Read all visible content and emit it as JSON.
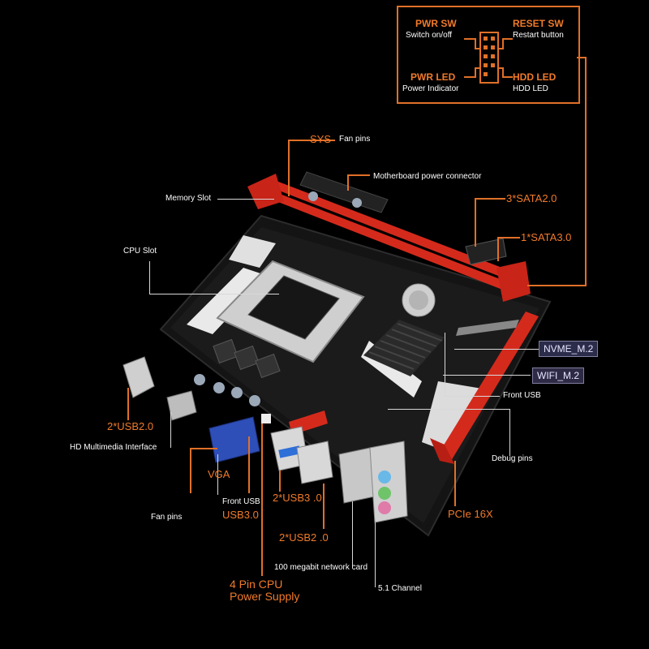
{
  "pinbox": {
    "pwr_sw": "PWR SW",
    "pwr_sw_desc": "Switch on/off",
    "reset_sw": "RESET SW",
    "reset_sw_desc": "Restart button",
    "pwr_led": "PWR LED",
    "pwr_led_desc": "Power Indicator",
    "hdd_led": "HDD  LED",
    "hdd_led_desc": "HDD LED"
  },
  "labels": {
    "sys": "SYS",
    "fan_pins_top": "Fan pins",
    "mb_power": "Motherboard power connector",
    "memory_slot": "Memory Slot",
    "sata2": "3*SATA2.0",
    "sata3": "1*SATA3.0",
    "cpu_slot": "CPU Slot",
    "nvme": "NVME_M.2",
    "wifi": "WIFI_M.2",
    "front_usb_right": "Front USB",
    "usb20_left": "2*USB2.0",
    "hdmi": "HD Multimedia Interface",
    "debug_pins": "Debug pins",
    "vga": "VGA",
    "front_usb": "Front USB",
    "usb30_front": "USB3.0",
    "usb30_rear": "2*USB3 .0",
    "pcie": "PCIe 16X",
    "fan_pins_bottom": "Fan pins",
    "usb20_rear": "2*USB2 .0",
    "network": "100 megabit network card",
    "cpu_power_1": "4 Pin CPU",
    "cpu_power_2": "Power Supply",
    "audio": "5.1 Channel"
  },
  "colors": {
    "accent": "#f07a2a",
    "board": "#141414",
    "slot_red": "#d42a1c",
    "nvme_tag_bg": "#2b2b4a",
    "wifi_tag_bg": "#2e2a45"
  }
}
